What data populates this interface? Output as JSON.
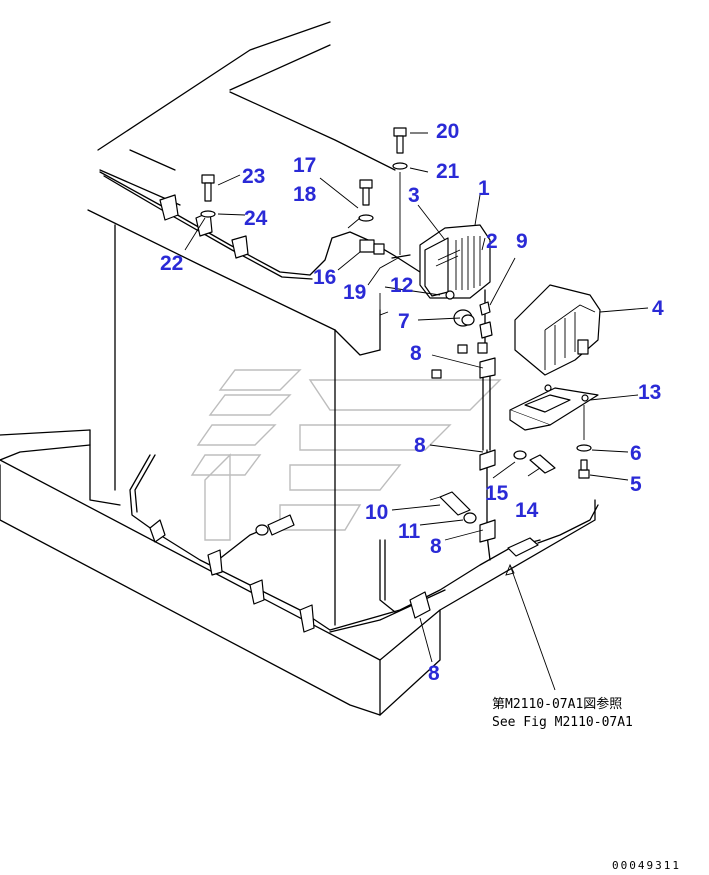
{
  "labels": {
    "p1": "1",
    "p2": "2",
    "p3": "3",
    "p4": "4",
    "p5": "5",
    "p6": "6",
    "p7": "7",
    "p8a": "8",
    "p8b": "8",
    "p8c": "8",
    "p8d": "8",
    "p9": "9",
    "p10": "10",
    "p11": "11",
    "p12": "12",
    "p13": "13",
    "p14": "14",
    "p15": "15",
    "p16": "16",
    "p17": "17",
    "p18": "18",
    "p19": "19",
    "p20": "20",
    "p21": "21",
    "p22": "22",
    "p23": "23",
    "p24": "24"
  },
  "reference": {
    "jp": "第M2110-07A1図参照",
    "en": "See Fig M2110-07A1"
  },
  "code": "00049311",
  "colors": {
    "label": "#2a2ad6",
    "line": "#000000",
    "watermark": "#bdbdbd"
  }
}
